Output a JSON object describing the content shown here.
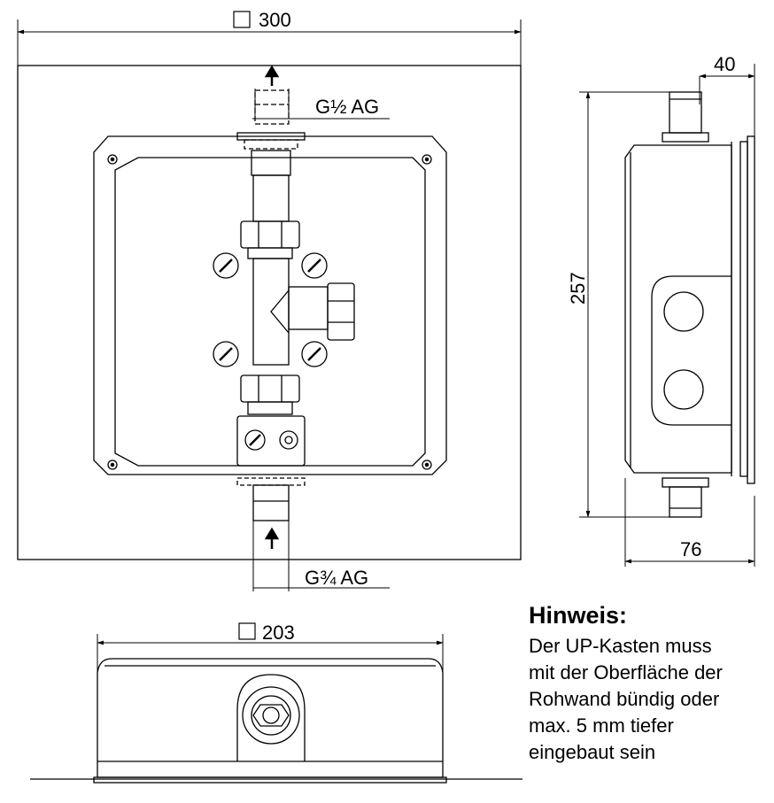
{
  "front_view": {
    "width_dim": "300",
    "outlet_thread": "G½ AG",
    "inlet_thread": "G¾ AG"
  },
  "side_view": {
    "height_dim": "257",
    "spigot_dim": "40",
    "depth_dim": "76"
  },
  "bottom_view": {
    "width_dim": "203"
  },
  "note": {
    "title": "Hinweis:",
    "lines": [
      "Der UP-Kasten muss",
      "mit der Oberfläche der",
      "Rohwand bündig oder",
      "max. 5 mm tiefer",
      "eingebaut sein"
    ]
  }
}
